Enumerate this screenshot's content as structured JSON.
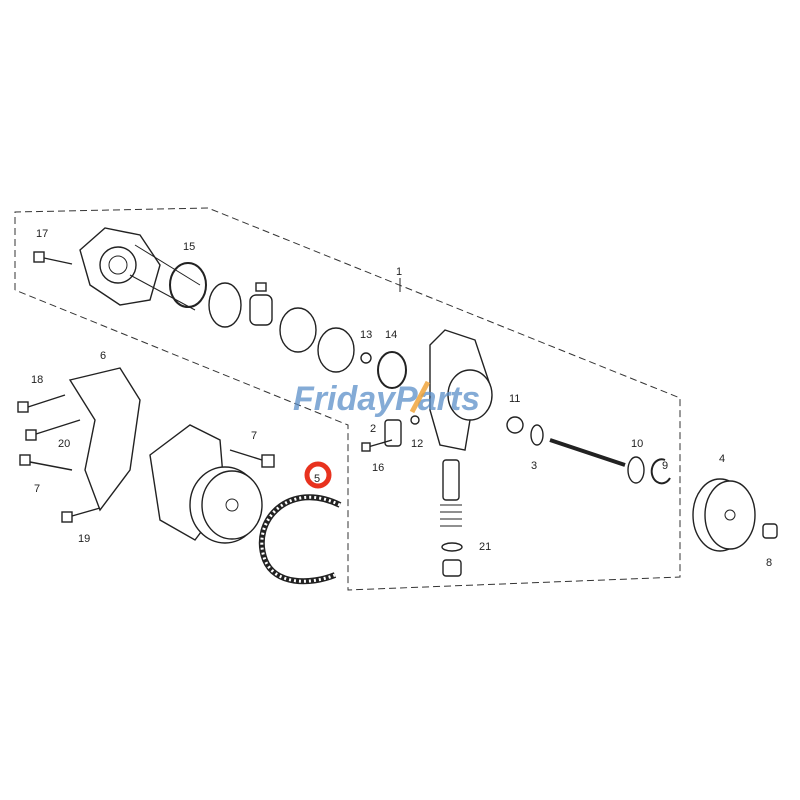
{
  "watermark": {
    "brand": "FridayParts",
    "color": "#5b8fc9",
    "accent": "#f0a030"
  },
  "highlight": {
    "label": "5",
    "color": "#e8321e"
  },
  "callouts": {
    "p1": "1",
    "p2": "2",
    "p3": "3",
    "p4": "4",
    "p5": "5",
    "p6": "6",
    "p7a": "7",
    "p7b": "7",
    "p8": "8",
    "p9": "9",
    "p10": "10",
    "p11": "11",
    "p12": "12",
    "p13": "13",
    "p14": "14",
    "p15": "15",
    "p16": "16",
    "p17": "17",
    "p18": "18",
    "p19": "19",
    "p20": "20",
    "p21": "21"
  }
}
